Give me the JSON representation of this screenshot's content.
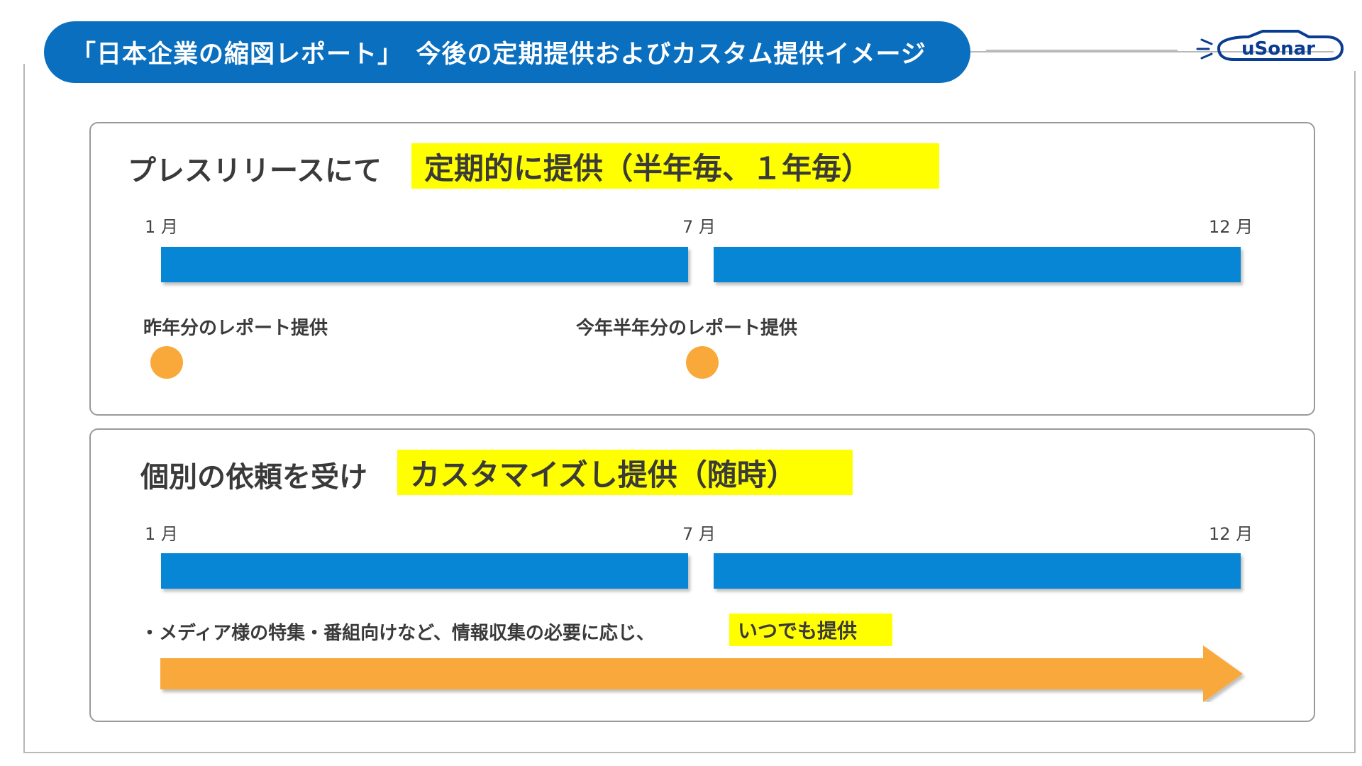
{
  "header": {
    "title": "「日本企業の縮図レポート」　今後の定期提供およびカスタム提供イメージ",
    "logo_text": "uSonar"
  },
  "colors": {
    "title_bg": "#0a6fbf",
    "bar": "#0686d4",
    "dot": "#f9a93a",
    "arrow": "#f9a93a",
    "highlight": "#ffff00"
  },
  "panel1": {
    "heading": "プレスリリースにて",
    "highlight": "定期的に提供（半年毎、１年毎）",
    "months": [
      "1 月",
      "7 月",
      "12 月"
    ],
    "label_left": "昨年分のレポート提供",
    "label_mid": "今年半年分のレポート提供"
  },
  "panel2": {
    "heading": "個別の依頼を受け",
    "highlight": "カスタマイズし提供（随時）",
    "months": [
      "1 月",
      "7 月",
      "12 月"
    ],
    "note": "・メディア様の特集・番組向けなど、情報収集の必要に応じ、",
    "note_highlight": "いつでも提供"
  }
}
